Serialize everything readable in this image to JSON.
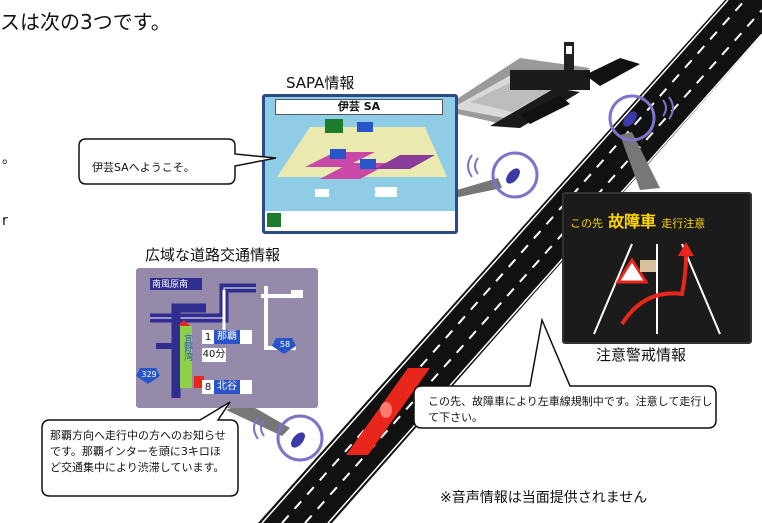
{
  "header": {
    "top_text": "スは次の3つです。"
  },
  "left_fragments": {
    "a": "。",
    "b": "r"
  },
  "sapa": {
    "title": "SAPA情報",
    "screen_title": "伊芸 SA",
    "bubble": "伊芸SAへようこそ。"
  },
  "wide": {
    "title": "広域な道路交通情報",
    "map_label": "南風原南",
    "route_num_1": "1",
    "dest_1": "那覇",
    "time": "40分",
    "route_num_2": "8",
    "dest_2": "北谷",
    "shield_left": "329",
    "shield_right": "58",
    "vertical_label": "宜野湾",
    "bubble": "那覇方向へ走行中の方へのお知らせです。那覇インターを頭に3キロほど交通集中により渋滞しています。"
  },
  "warning": {
    "title": "注意警戒情報",
    "sign_prefix": "この先",
    "sign_main": "故障車",
    "sign_suffix": "走行注意",
    "bubble": "この先、故障車により左車線規制中です。注意して走行して下さい。"
  },
  "footnote": "※音声情報は当面提供されません",
  "colors": {
    "accent_ring": "#7b74c9",
    "road": "#111111",
    "hazard": "#e8261c",
    "sign_bg": "#1b1b1b"
  }
}
